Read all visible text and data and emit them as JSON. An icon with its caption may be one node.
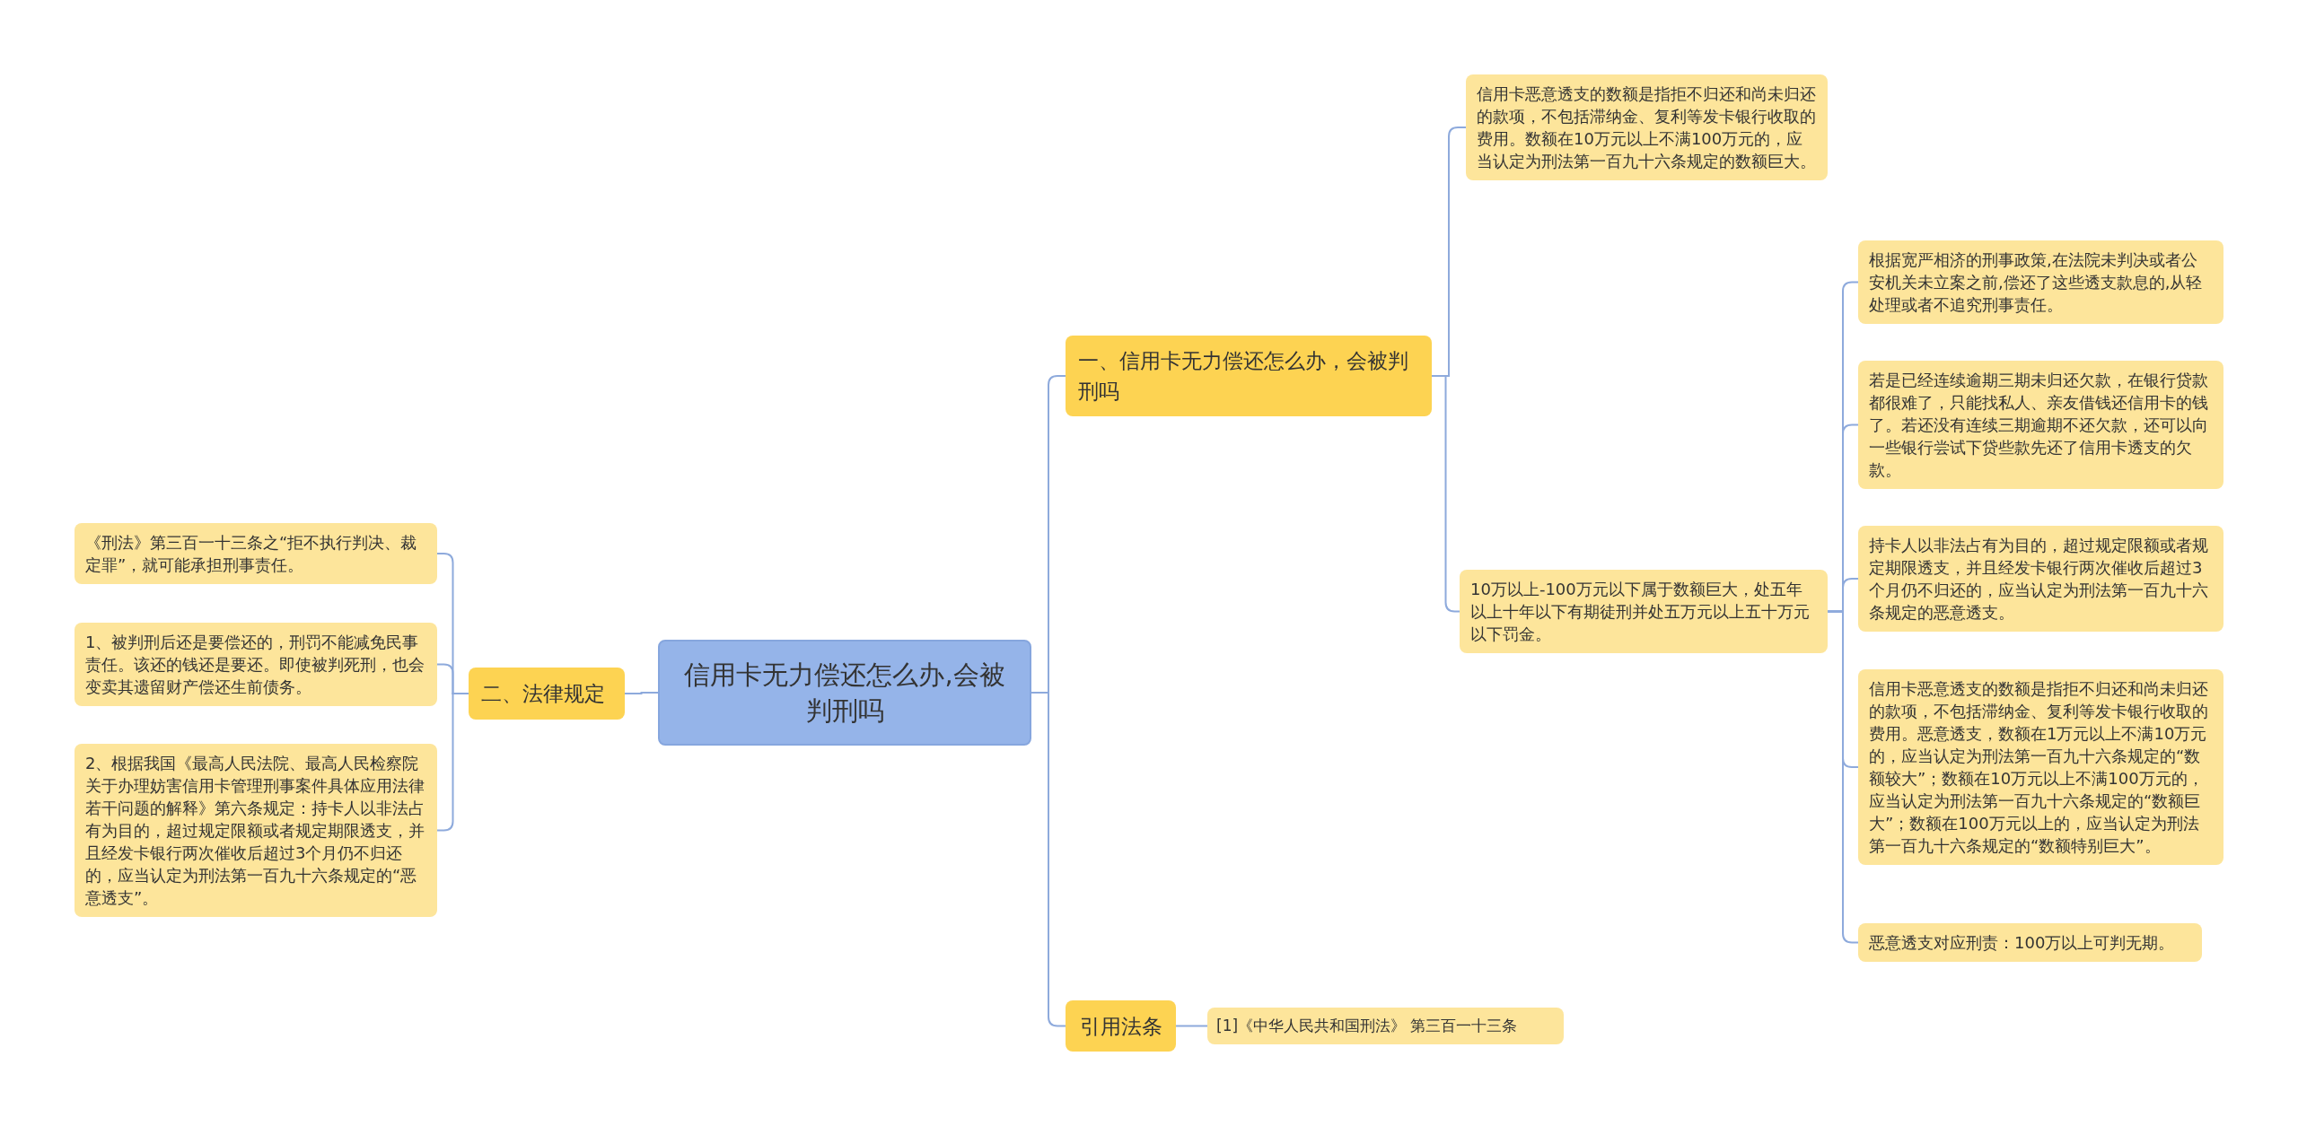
{
  "diagram": {
    "nodes": [
      {
        "text": [
          "信用卡无力偿还怎么办,会被判刑吗"
        ]
      },
      {
        "text": [
          "一、信用卡无力偿还怎么办，会被判刑吗"
        ]
      },
      {
        "text": [
          "信用卡恶意透支的数额是指拒不归还和尚未归还的款项，不包括滞纳金、复利等发卡银行收取的费用。数额在10万元以上不满100万元的，应当认定为刑法第一百九十六条规定的数额巨大。"
        ]
      },
      {
        "text": [
          "10万以上-100万元以下属于数额巨大，处五年以上十年以下有期徒刑并处五万元以上五十万元以下罚金。"
        ]
      },
      {
        "text": [
          "根据宽严相济的刑事政策,在法院未判决或者公安机关未立案之前,偿还了这些透支款息的,从轻处理或者不追究刑事责任。"
        ]
      },
      {
        "text": [
          "若是已经连续逾期三期未归还欠款，在银行贷款都很难了，只能找私人、亲友借钱还信用卡的钱了。若还没有连续三期逾期不还欠款，还可以向一些银行尝试下贷些款先还了信用卡透支的欠款。"
        ]
      },
      {
        "text": [
          "持卡人以非法占有为目的，超过规定限额或者规定期限透支，并且经发卡银行两次催收后超过3个月仍不归还的，应当认定为刑法第一百九十六条规定的恶意透支。"
        ]
      },
      {
        "text": [
          "信用卡恶意透支的数额是指拒不归还和尚未归还的款项，不包括滞纳金、复利等发卡银行收取的费用。恶意透支，数额在1万元以上不满10万元的，应当认定为刑法第一百九十六条规定的“数额较大”；数额在10万元以上不满100万元的，应当认定为刑法第一百九十六条规定的“数额巨大”；数额在100万元以上的，应当认定为刑法第一百九十六条规定的“数额特别巨大”。"
        ]
      },
      {
        "text": [
          "恶意透支对应刑责：100万以上可判无期。"
        ]
      },
      {
        "text": [
          "二、法律规定"
        ]
      },
      {
        "text": [
          "《刑法》第三百一十三条之“拒不执行判决、裁定罪”，就可能承担刑事责任。"
        ]
      },
      {
        "text": [
          "1、被判刑后还是要偿还的，刑罚不能减免民事责任。该还的钱还是要还。即使被判死刑，也会变卖其遗留财产偿还生前债务。"
        ]
      },
      {
        "text": [
          "2、根据我国《最高人民法院、最高人民检察院关于办理妨害信用卡管理刑事案件具体应用法律若干问题的解释》第六条规定：持卡人以非法占有为目的，超过规定限额或者规定期限透支，并且经发卡银行两次催收后超过3个月仍不归还的，应当认定为刑法第一百九十六条规定的“恶意透支”。"
        ]
      },
      {
        "text": [
          "引用法条"
        ]
      },
      {
        "text": [
          "[1]《中华人民共和国刑法》 第三百一十三条"
        ]
      }
    ],
    "edges": [
      {
        "from": 0,
        "to": 1,
        "arrow": "none"
      },
      {
        "from": 0,
        "to": 9,
        "arrow": "none"
      },
      {
        "from": 0,
        "to": 13,
        "arrow": "none"
      },
      {
        "from": 1,
        "to": 2,
        "arrow": "none"
      },
      {
        "from": 1,
        "to": 3,
        "arrow": "none"
      },
      {
        "from": 3,
        "to": 4,
        "arrow": "none"
      },
      {
        "from": 3,
        "to": 5,
        "arrow": "none"
      },
      {
        "from": 3,
        "to": 6,
        "arrow": "none"
      },
      {
        "from": 3,
        "to": 7,
        "arrow": "none"
      },
      {
        "from": 3,
        "to": 8,
        "arrow": "none"
      },
      {
        "from": 9,
        "to": 10,
        "arrow": "none"
      },
      {
        "from": 9,
        "to": 11,
        "arrow": "none"
      },
      {
        "from": 9,
        "to": 12,
        "arrow": "none"
      },
      {
        "from": 13,
        "to": 14,
        "arrow": "none"
      }
    ]
  }
}
